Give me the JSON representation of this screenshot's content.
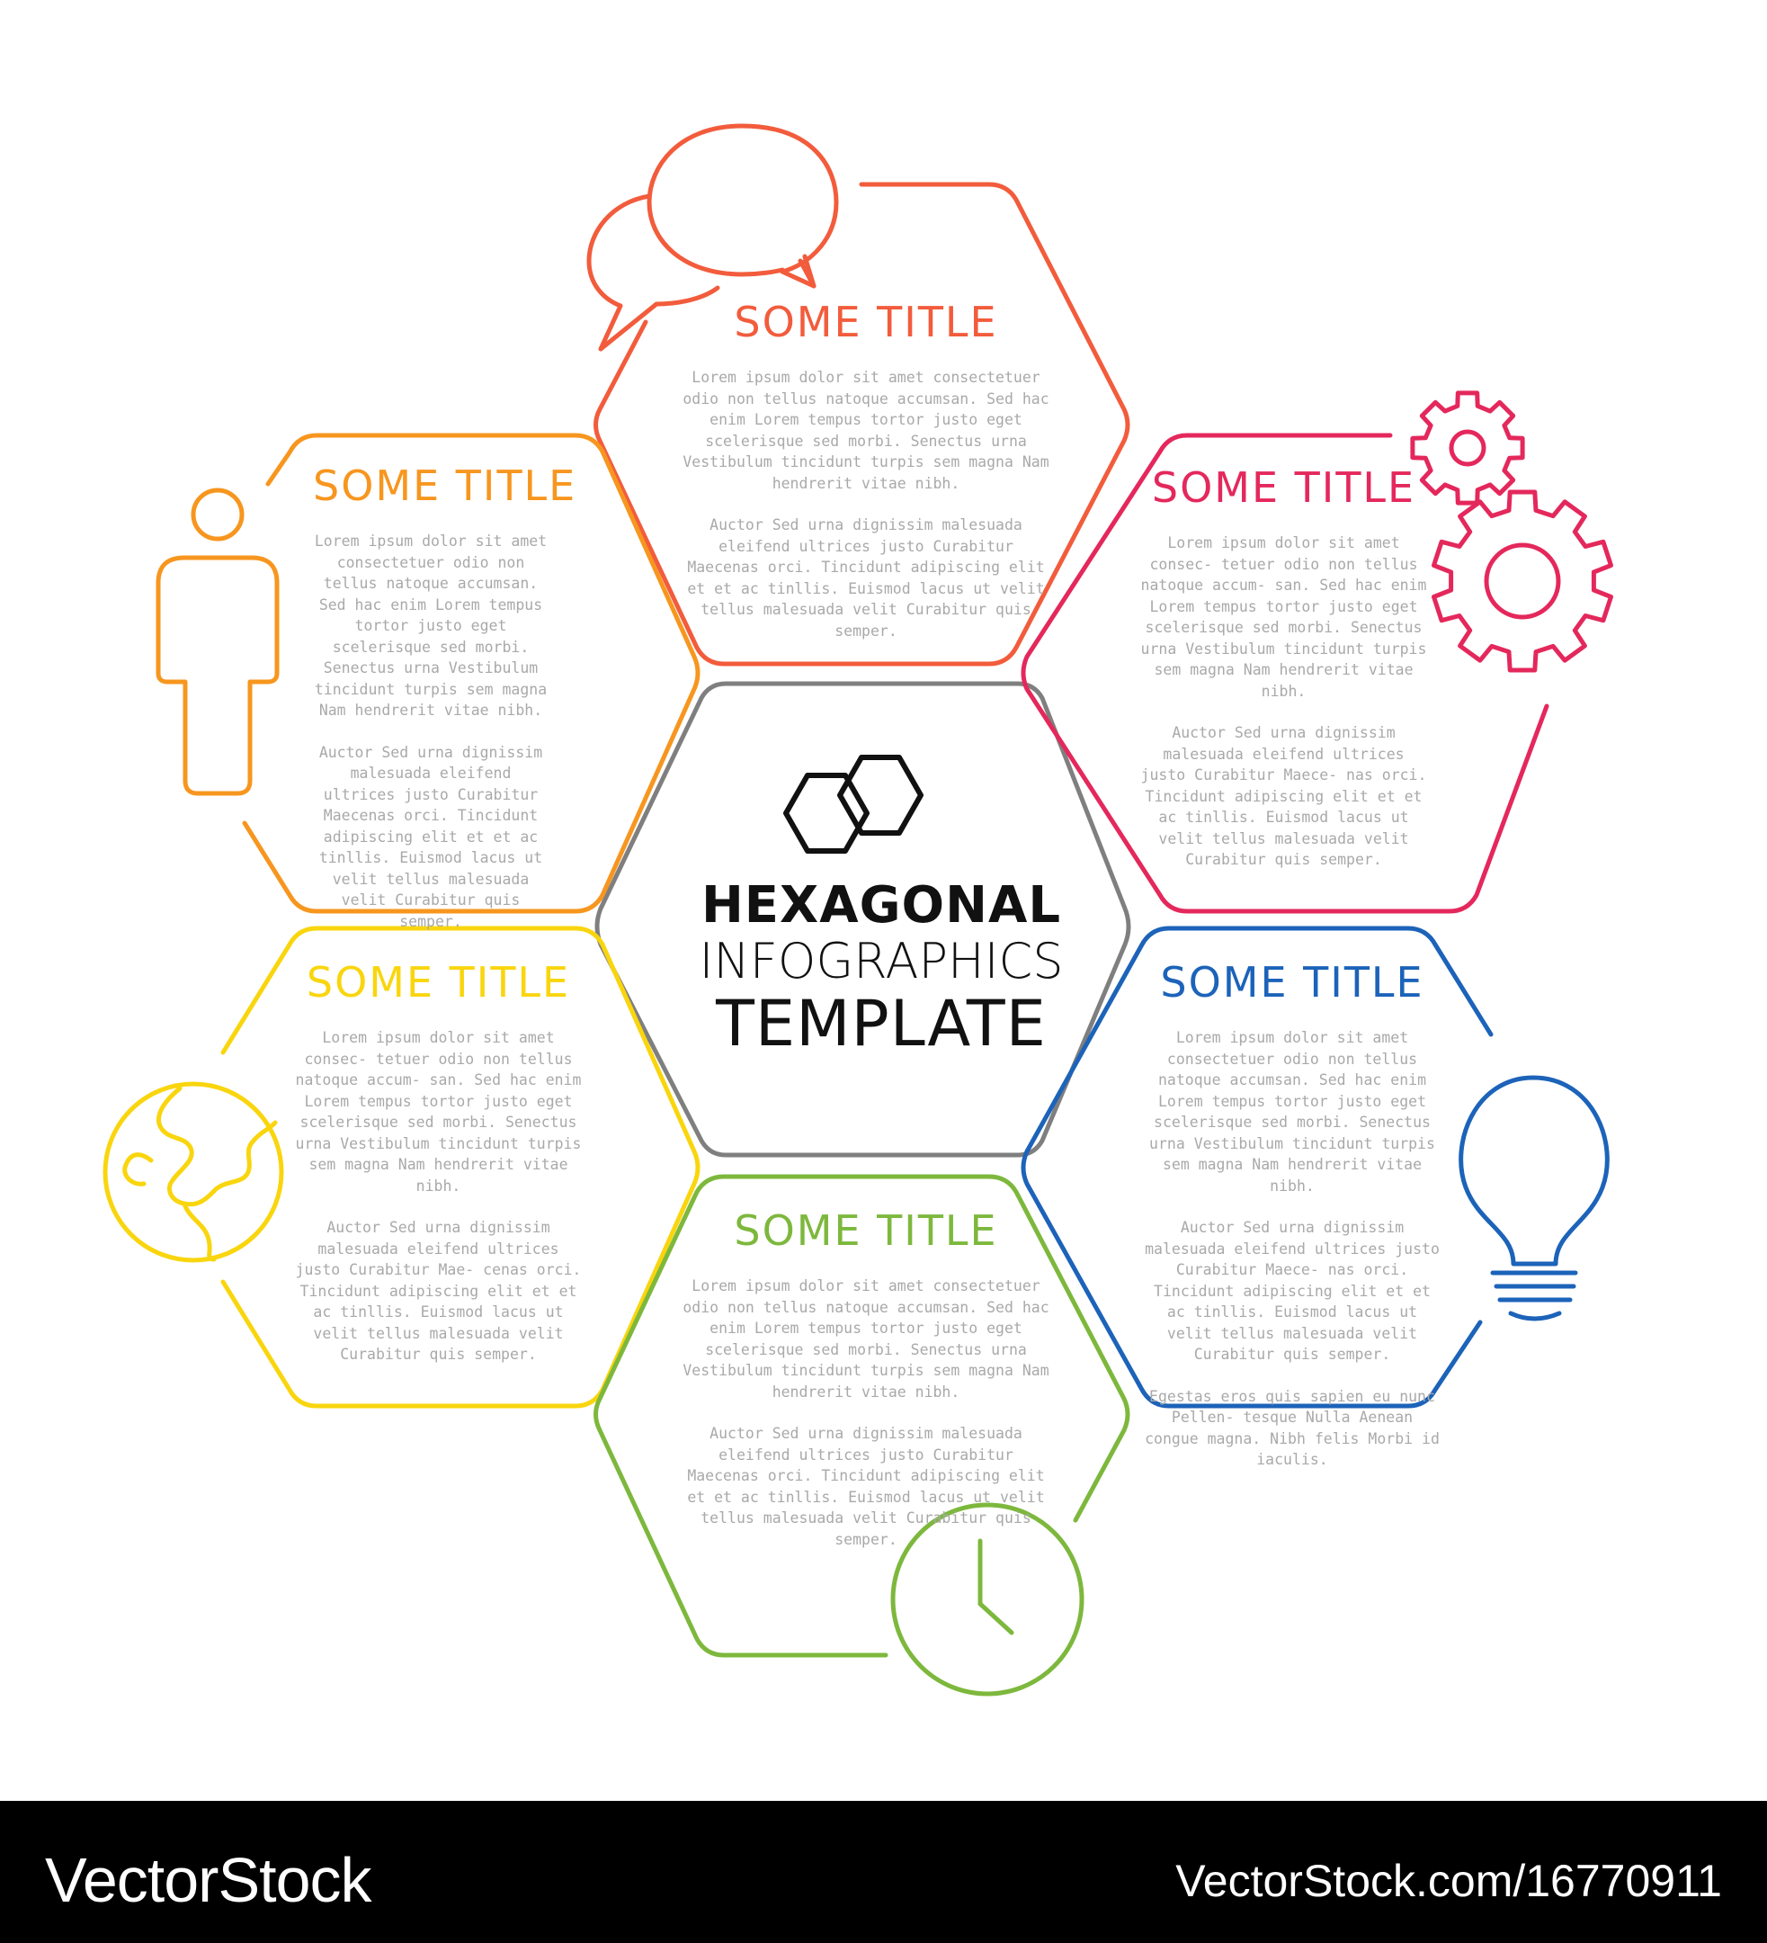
{
  "center": {
    "line1": "HEXAGONAL",
    "line2": "INFOGRAPHICS",
    "line3": "TEMPLATE"
  },
  "panels": [
    {
      "id": "top",
      "title": "SOME TITLE",
      "color": "#f25c3c",
      "icon": "speech-bubbles-icon",
      "paragraphs": [
        "Lorem ipsum dolor sit amet consectetuer odio non tellus natoque accumsan. Sed hac enim Lorem tempus tortor justo eget scelerisque sed morbi. Senectus urna Vestibulum tincidunt turpis sem magna Nam hendrerit vitae nibh.",
        "Auctor Sed urna dignissim malesuada eleifend ultrices justo Curabitur Maecenas orci. Tincidunt adipiscing elit et et ac tinllis. Euismod lacus ut velit tellus malesuada velit Curabitur quis semper."
      ]
    },
    {
      "id": "top-left",
      "title": "SOME TITLE",
      "color": "#f7961f",
      "icon": "person-icon",
      "paragraphs": [
        "Lorem ipsum dolor sit amet consectetuer odio non tellus natoque accumsan. Sed hac enim Lorem tempus tortor justo eget scelerisque sed morbi. Senectus urna Vestibulum tincidunt turpis sem magna Nam hendrerit vitae nibh.",
        "Auctor Sed urna dignissim malesuada eleifend ultrices justo Curabitur Maecenas orci. Tincidunt adipiscing elit et et ac tinllis. Euismod lacus ut velit tellus malesuada velit Curabitur quis semper."
      ]
    },
    {
      "id": "top-right",
      "title": "SOME TITLE",
      "color": "#e4285c",
      "icon": "gears-icon",
      "paragraphs": [
        "Lorem ipsum dolor sit amet consec- tetuer odio non tellus natoque accum- san. Sed hac enim Lorem tempus tortor justo eget scelerisque sed morbi. Senectus urna Vestibulum tincidunt turpis sem magna Nam hendrerit vitae nibh.",
        "Auctor Sed urna dignissim malesuada eleifend ultrices justo Curabitur Maece- nas orci. Tincidunt adipiscing elit et et ac tinllis. Euismod lacus ut velit tellus malesuada velit Curabitur quis semper."
      ]
    },
    {
      "id": "bottom-left",
      "title": "SOME TITLE",
      "color": "#f9d50e",
      "icon": "globe-icon",
      "paragraphs": [
        "Lorem ipsum dolor sit amet consec- tetuer odio non tellus natoque accum- san. Sed hac enim Lorem tempus tortor justo eget scelerisque sed morbi. Senectus urna Vestibulum tincidunt turpis sem magna Nam hendrerit vitae nibh.",
        "Auctor Sed urna dignissim malesuada eleifend ultrices justo Curabitur Mae- cenas orci. Tincidunt adipiscing elit et et ac tinllis. Euismod lacus ut velit tellus malesuada velit Curabitur quis semper."
      ]
    },
    {
      "id": "bottom-right",
      "title": "SOME TITLE",
      "color": "#1c63b9",
      "icon": "lightbulb-icon",
      "paragraphs": [
        "Lorem ipsum dolor sit amet consectetuer odio non tellus natoque accumsan. Sed hac enim Lorem tempus tortor justo eget scelerisque sed morbi. Senectus urna Vestibulum tincidunt turpis sem magna Nam hendrerit vitae nibh.",
        "Auctor Sed urna dignissim malesuada eleifend ultrices justo Curabitur Maece- nas orci. Tincidunt adipiscing elit et et ac tinllis. Euismod lacus ut velit tellus malesuada velit Curabitur quis semper.",
        "Egestas eros quis sapien eu nunc Pellen- tesque Nulla Aenean congue magna. Nibh felis Morbi id iaculis."
      ]
    },
    {
      "id": "bottom",
      "title": "SOME TITLE",
      "color": "#7db83d",
      "icon": "clock-icon",
      "paragraphs": [
        "Lorem ipsum dolor sit amet consectetuer odio non tellus natoque accumsan. Sed hac enim Lorem tempus tortor justo eget scelerisque sed morbi. Senectus urna Vestibulum tincidunt turpis sem magna Nam hendrerit vitae nibh.",
        "Auctor Sed urna dignissim malesuada eleifend ultrices justo Curabitur Maecenas orci. Tincidunt adipiscing elit et et ac tinllis. Euismod lacus ut velit tellus malesuada velit Curabitur quis semper."
      ]
    }
  ],
  "center_color": "#7f7f7f",
  "footer": {
    "brand": "VectorStock",
    "url": "VectorStock.com/16770911"
  }
}
